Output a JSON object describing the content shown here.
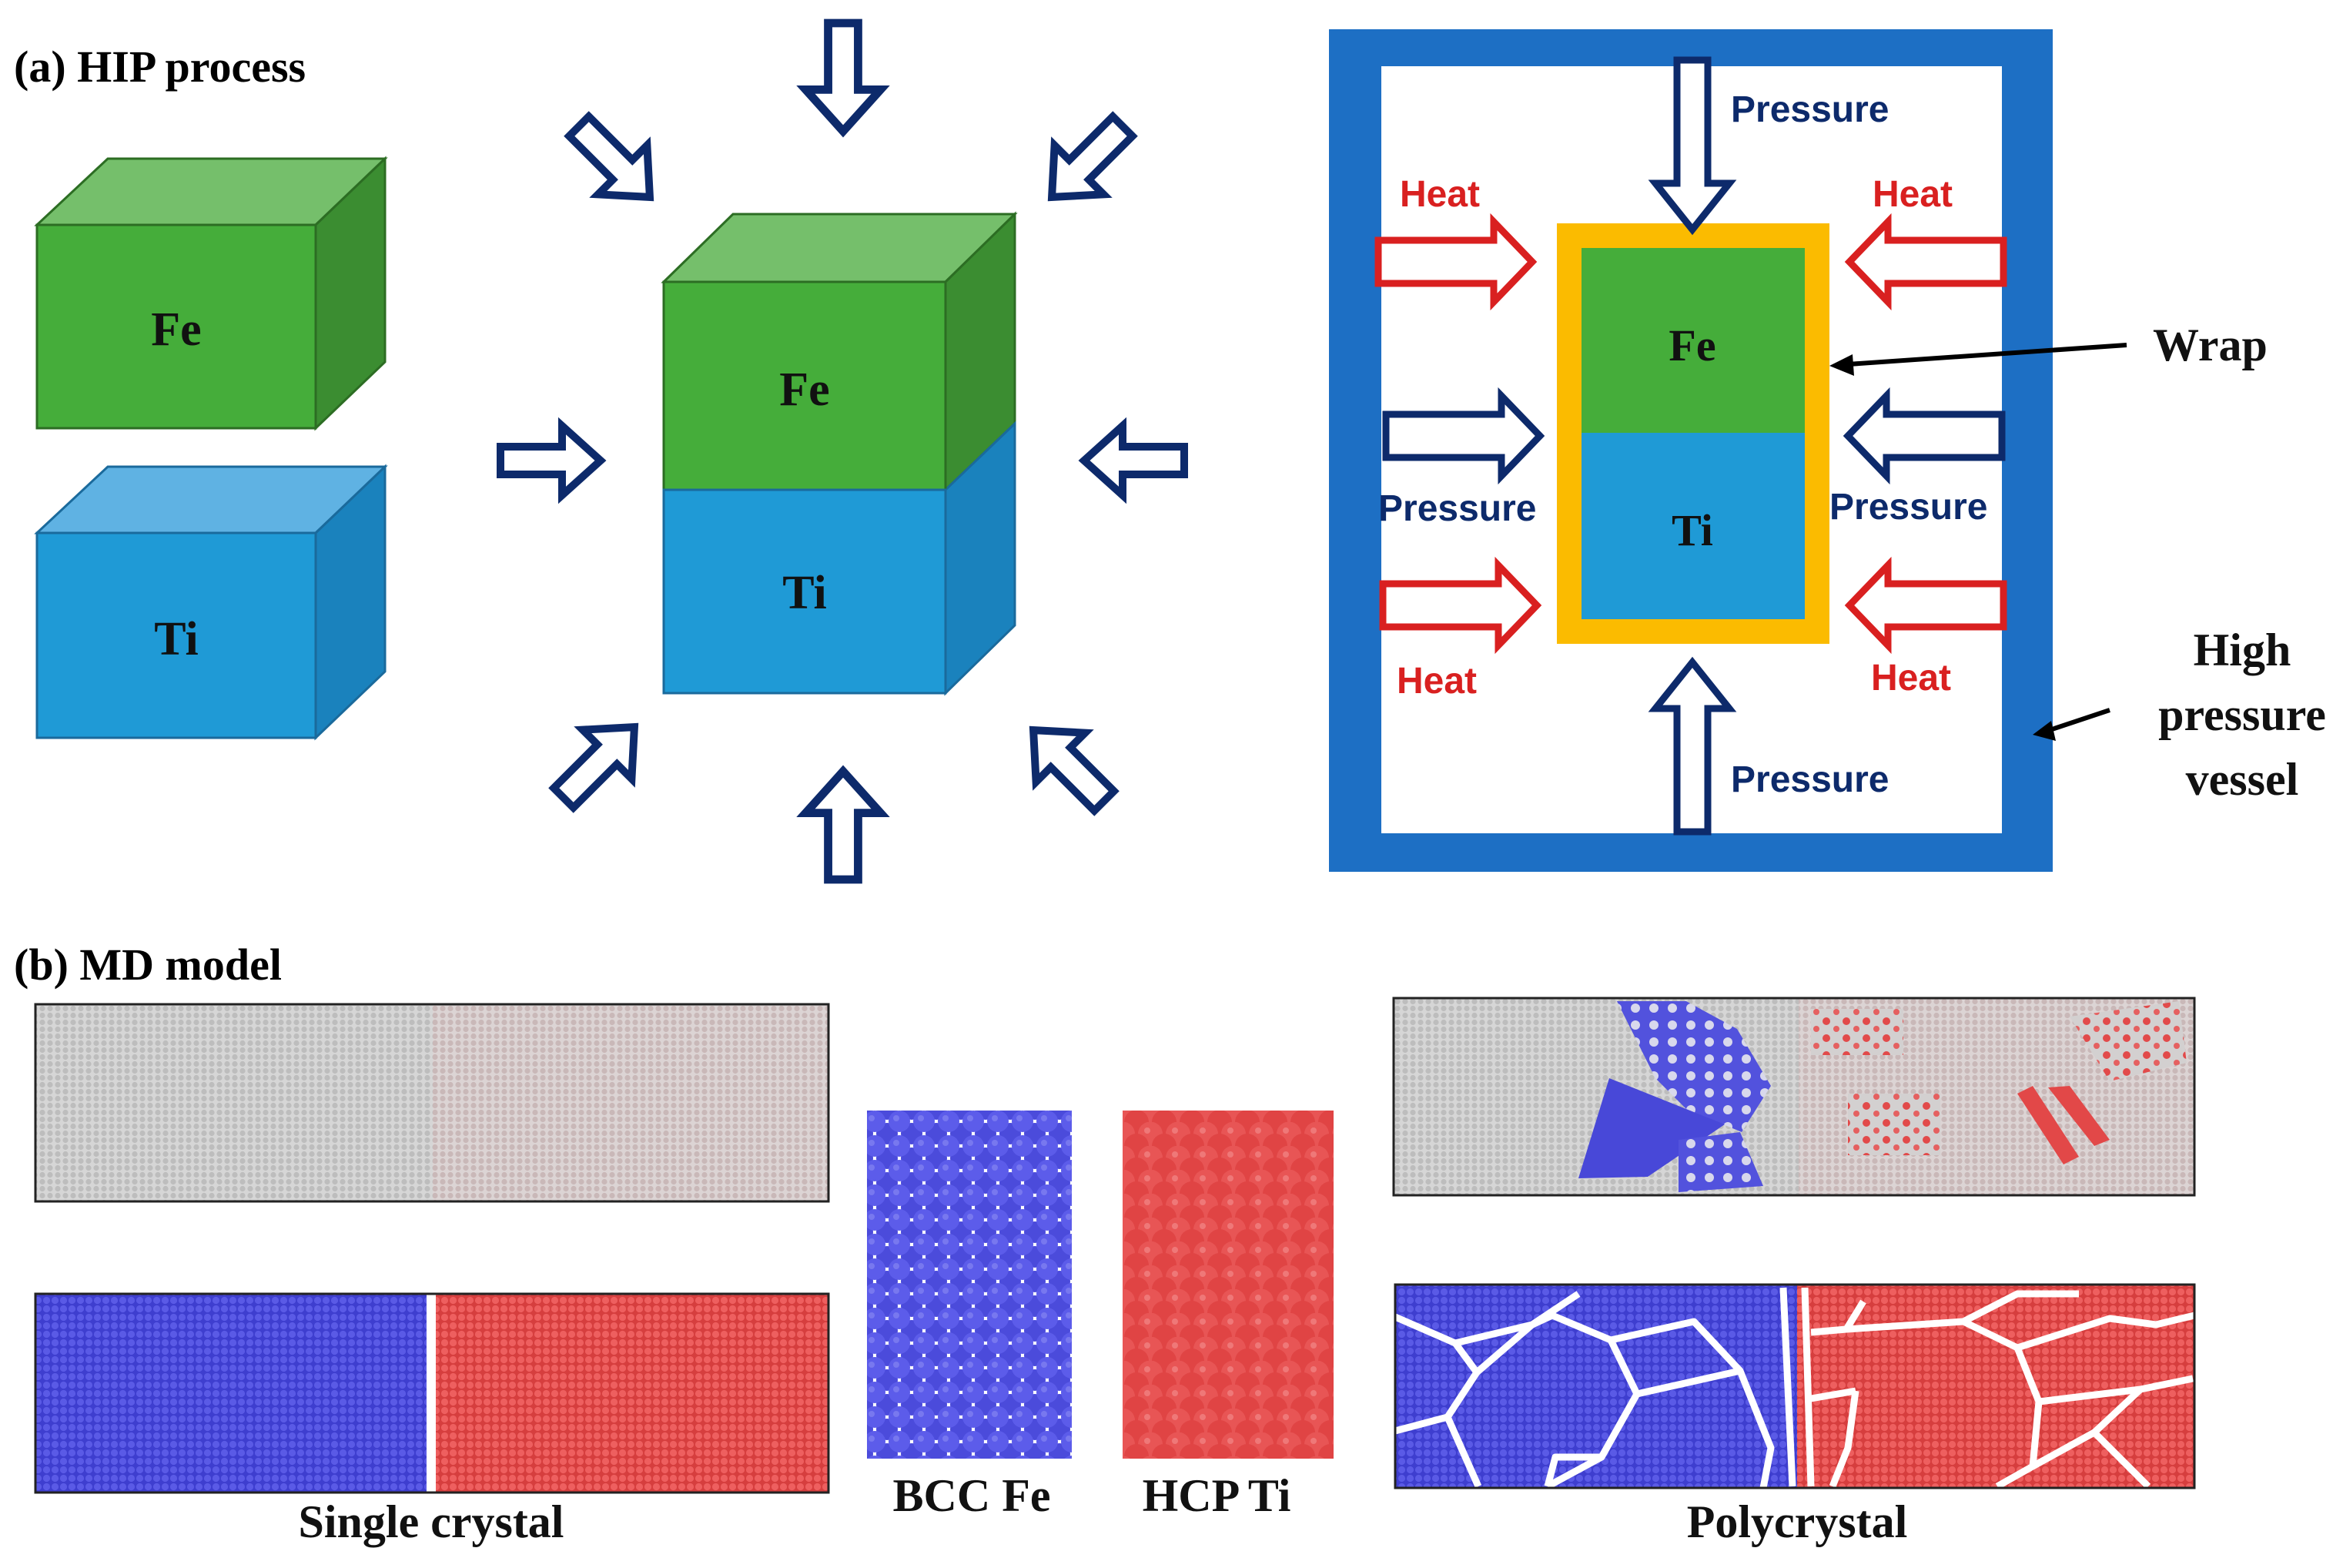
{
  "part_a": {
    "heading": "(a) HIP process",
    "fe_label": "Fe",
    "ti_label": "Ti",
    "vessel": {
      "pressure_label": "Pressure",
      "heat_label": "Heat",
      "wrap_label": "Wrap",
      "vessel_label_lines": [
        "High",
        "pressure",
        "vessel"
      ]
    }
  },
  "part_b": {
    "heading": "(b) MD model",
    "single_crystal_label": "Single crystal",
    "bcc_label": "BCC Fe",
    "hcp_label": "HCP Ti",
    "polycrystal_label": "Polycrystal"
  },
  "colors": {
    "fe_green": "#45ad3a",
    "ti_blue": "#1f9ad6",
    "arrow_navy": "#0d2a6b",
    "heat_red": "#d92020",
    "vessel_blue": "#1d6fc4",
    "wrap_yellow": "#fbbb00",
    "atom_blue": "#4848d8",
    "atom_red": "#e24848",
    "atom_grey": "#c4c4c4"
  }
}
